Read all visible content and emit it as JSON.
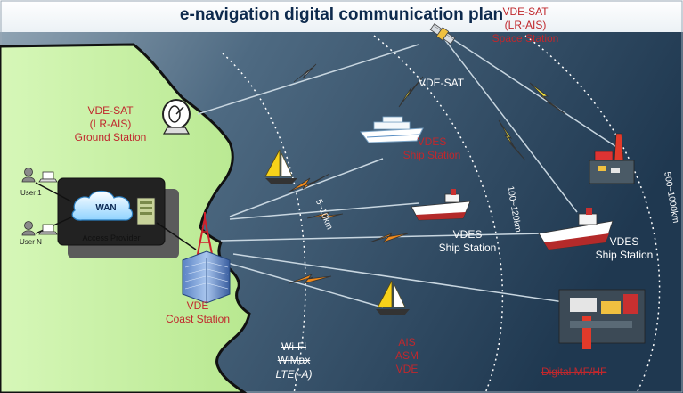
{
  "title": "e-navigation digital communication plan",
  "labels": {
    "space_station": [
      "VDE-SAT",
      "(LR-AIS)",
      "Space Station"
    ],
    "ground_station": [
      "VDE-SAT",
      "(LR-AIS)",
      "Ground Station"
    ],
    "vde_sat_link": "VDE-SAT",
    "ship_station_1": [
      "VDES",
      "Ship Station"
    ],
    "ship_station_2": [
      "VDES",
      "Ship Station"
    ],
    "ship_station_3": [
      "VDES",
      "Ship Station"
    ],
    "coast_station": [
      "VDE",
      "Coast Station"
    ],
    "wan": "WAN",
    "access_provider": "Access Provider",
    "user_1": "User 1",
    "user_n": "User N",
    "ais_group": [
      "AIS",
      "ASM",
      "VDE"
    ],
    "wifi": "Wi-Fi",
    "wimax": "WiMax",
    "lte": "LTE(-A)",
    "digital": "Digital MF/HF"
  },
  "ranges": {
    "r1": "5~10km",
    "r2": "100~120km",
    "r3": "500~1000km"
  },
  "colors": {
    "sea": "#3a5670",
    "land": "#c9f0a8",
    "label_red": "#c0282d",
    "title": "#0e2a4d",
    "bolt_yellow": "#f5e63a",
    "bolt_orange": "#f08a1c"
  },
  "icons": [
    "satellite-icon",
    "satellite-dish-icon",
    "user-icon",
    "laptop-icon",
    "cloud-icon",
    "server-icon",
    "antenna-tower-icon",
    "building-icon",
    "cruise-ship-icon",
    "cargo-ship-icon",
    "sailboat-icon",
    "oil-rig-icon",
    "lightning-bolt-icon"
  ]
}
